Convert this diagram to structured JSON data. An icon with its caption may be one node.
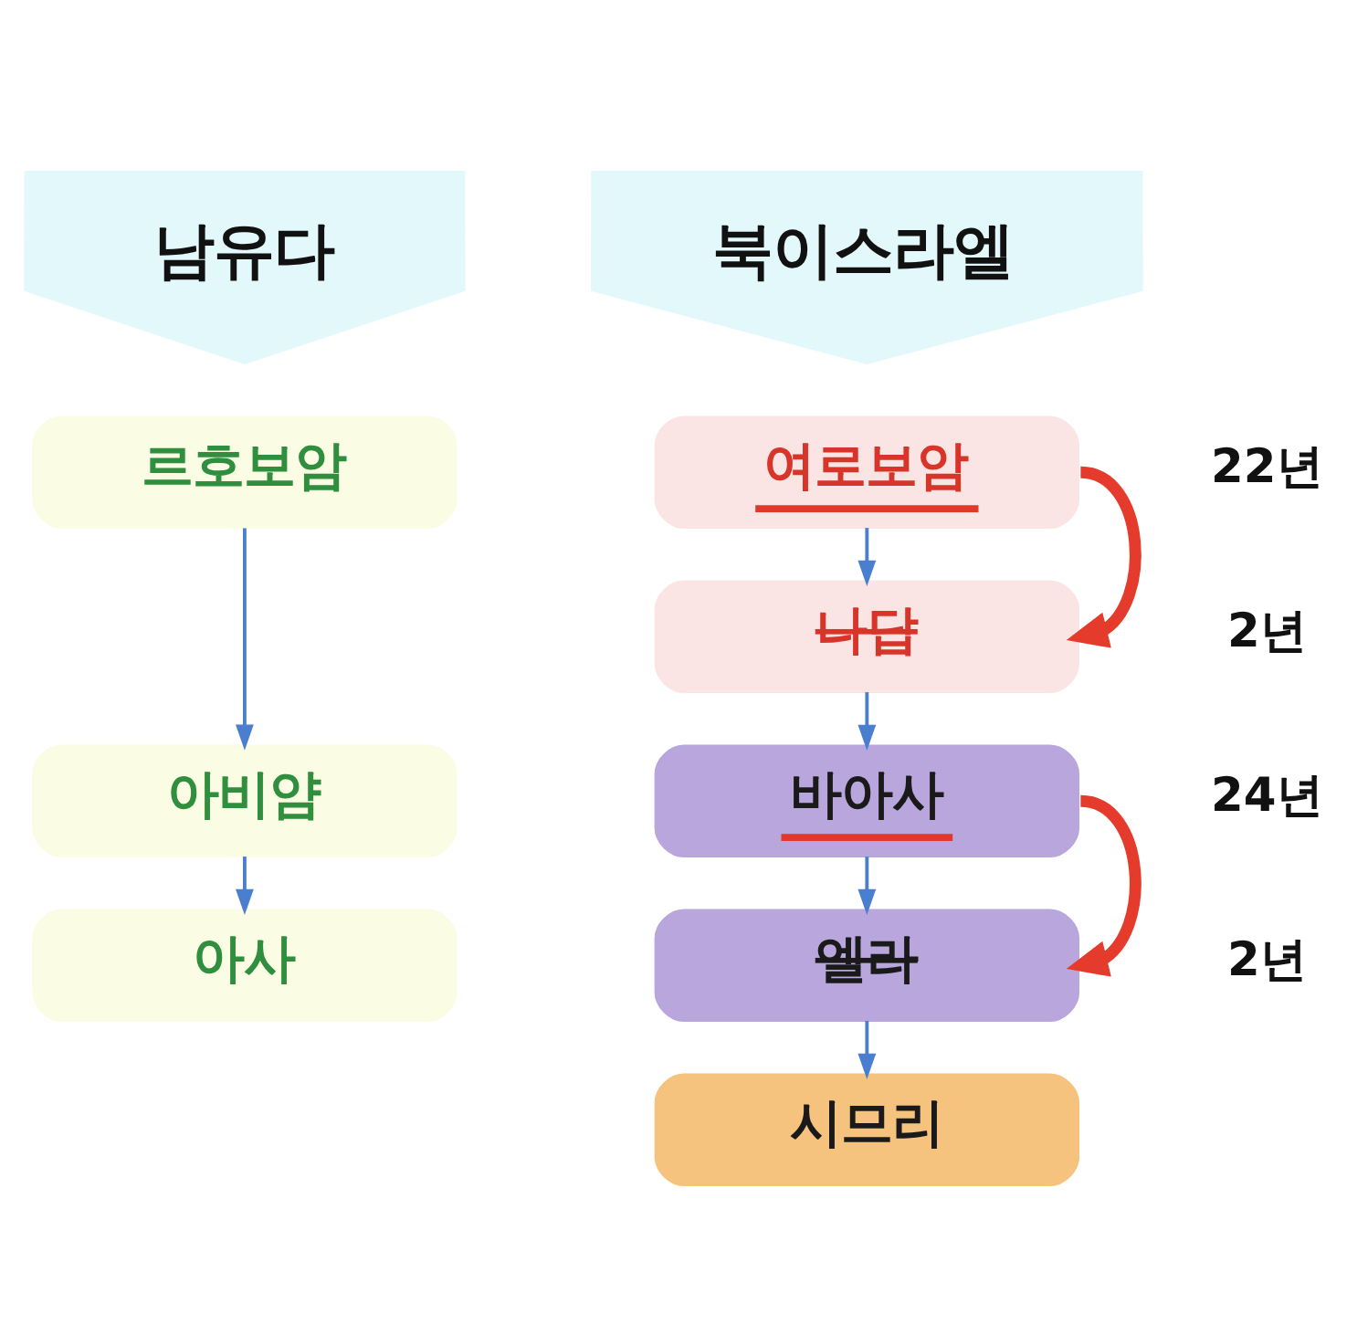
{
  "diagram": {
    "nodes": [
      {
        "text": [
          "남유다"
        ]
      },
      {
        "text": [
          "북이스라엘"
        ]
      },
      {
        "text": [
          "르호보암"
        ]
      },
      {
        "text": [
          "아비얌"
        ]
      },
      {
        "text": [
          "아사"
        ]
      },
      {
        "text": [
          "여로보암"
        ],
        "beside": [
          "22년"
        ]
      },
      {
        "text": [
          "나답"
        ],
        "beside": [
          "2년"
        ]
      },
      {
        "text": [
          "바아사"
        ],
        "beside": [
          "24년"
        ]
      },
      {
        "text": [
          "엘라"
        ],
        "beside": [
          "2년"
        ]
      },
      {
        "text": [
          "시므리"
        ]
      }
    ],
    "edges": [
      {
        "from": 2,
        "to": 3,
        "arrow": "to"
      },
      {
        "from": 3,
        "to": 4,
        "arrow": "to"
      },
      {
        "from": 5,
        "to": 6,
        "arrow": "to"
      },
      {
        "from": 5,
        "to": 6,
        "arrow": "to",
        "style": "thick",
        "color": "#e53b2c"
      },
      {
        "from": 6,
        "to": 7,
        "arrow": "to"
      },
      {
        "from": 7,
        "to": 8,
        "arrow": "to"
      },
      {
        "from": 7,
        "to": 8,
        "arrow": "to",
        "style": "thick",
        "color": "#e53b2c"
      },
      {
        "from": 8,
        "to": 9,
        "arrow": "to"
      }
    ]
  }
}
